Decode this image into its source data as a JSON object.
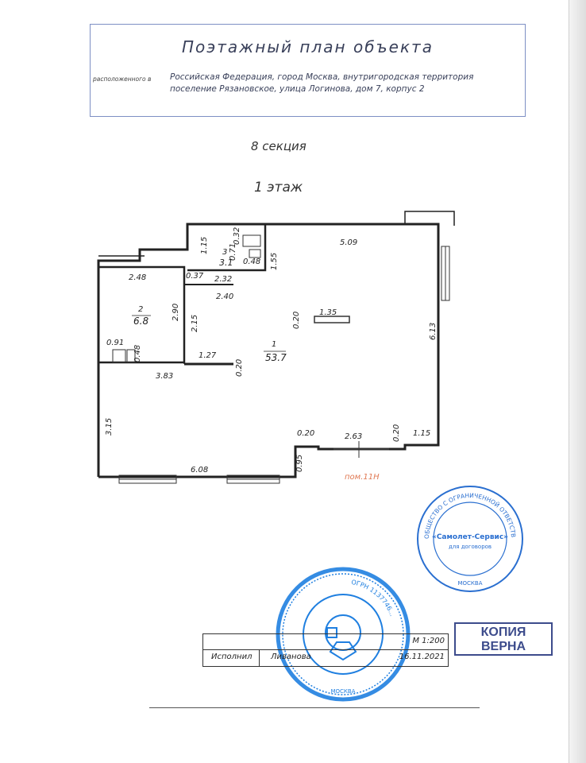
{
  "header": {
    "title": "Поэтажный план объекта",
    "address_prefix": "расположенного в",
    "address_line1": "Российская Федерация, город Москва, внутригородская территория",
    "address_line2": "поселение Рязановское, улица Логинова, дом 7, корпус 2"
  },
  "section_label": "8 секция",
  "floor_label": "1 этаж",
  "plan": {
    "dims": {
      "d509": "5.09",
      "d115a": "1.15",
      "d032": "0.32",
      "d071": "0.71",
      "d048a": "0.48",
      "d155": "1.55",
      "d248": "2.48",
      "d037": "0.37",
      "d232": "2.32",
      "d240": "2.40",
      "d290": "2.90",
      "d215": "2.15",
      "d020a": "0.20",
      "d135": "1.35",
      "d613": "6.13",
      "d091": "0.91",
      "d048b": "0.48",
      "d127": "1.27",
      "d020b": "0.20",
      "d383": "3.83",
      "d315": "3.15",
      "d020c": "0.20",
      "d263": "2.63",
      "d020d": "0.20",
      "d115b": "1.15",
      "d095": "0.95",
      "d608": "6.08"
    },
    "rooms": {
      "room1_num": "1",
      "room1_area": "53.7",
      "room2_num": "2",
      "room2_area": "6.8",
      "room3_num": "3",
      "room3_area": "3.1"
    },
    "pom_label": "пом.11Н"
  },
  "stamp_company": {
    "ring_text": "ОБЩЕСТВО С ОГРАНИЧЕННОЙ ОТВЕТСТВЕННОСТЬЮ",
    "center_name": "«Самолет-Сервис»",
    "sub": "для договоров",
    "city": "МОСКВА"
  },
  "stamp_bti": {
    "ogrn": "ОГРН 1137746...",
    "city": "МОСКВА"
  },
  "title_block": {
    "row1_scale": "М 1:200",
    "row2_label": "Исполнил",
    "row2_name": "Ливанова",
    "row2_date": "16.11.2021"
  },
  "copy_stamp": {
    "line1": "КОПИЯ",
    "line2": "ВЕРНА"
  },
  "colors": {
    "header_border": "#7d8fc4",
    "seal_blue": "#1f7fe0",
    "company_stamp": "#2a6fd0",
    "pom_text": "#e07a55",
    "copy_stamp": "#3d4c8c"
  }
}
